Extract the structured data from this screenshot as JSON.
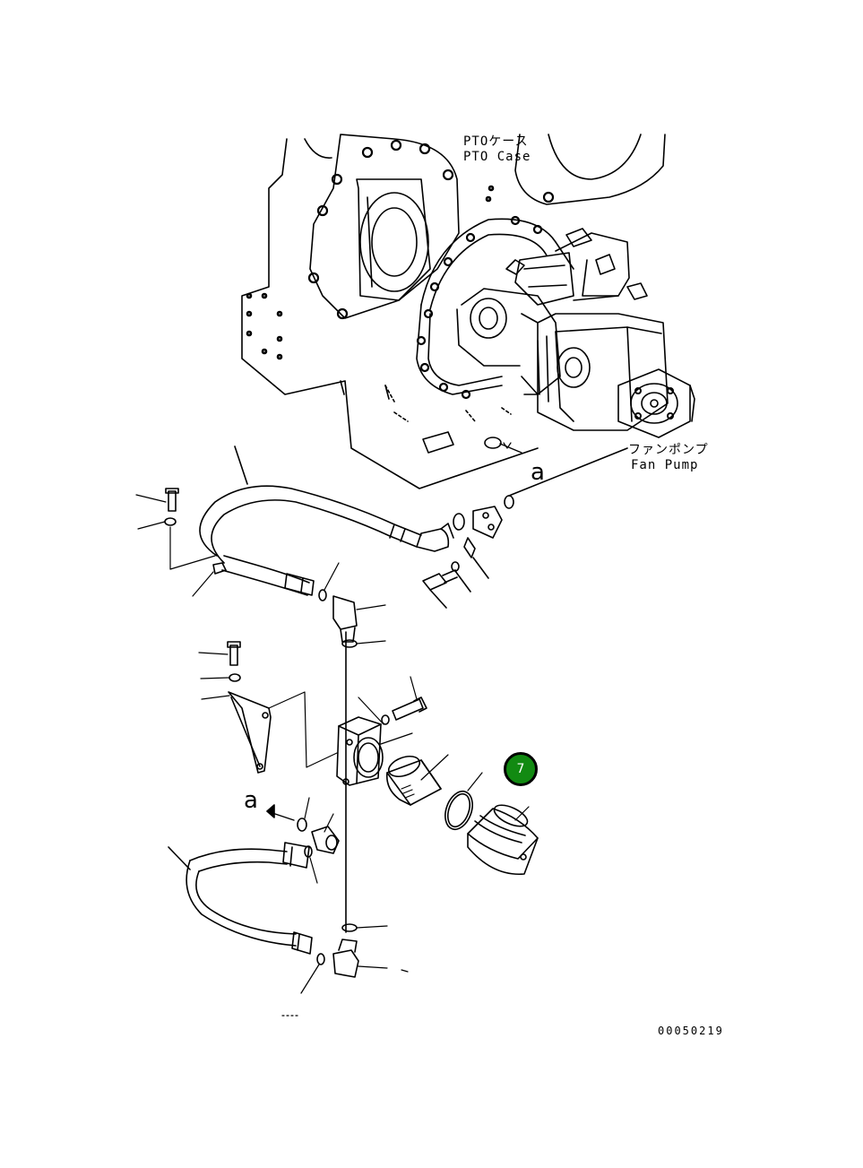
{
  "labels": {
    "pto_case_jp": "PTOケース",
    "pto_case_en": "PTO Case",
    "fan_pump_jp": "ファンポンプ",
    "fan_pump_en": "Fan Pump",
    "view_mark_top": "a",
    "view_mark_bottom": "a",
    "drawing_number": "00050219"
  },
  "callouts": [
    {
      "number": "7",
      "color": "#128a12"
    }
  ]
}
